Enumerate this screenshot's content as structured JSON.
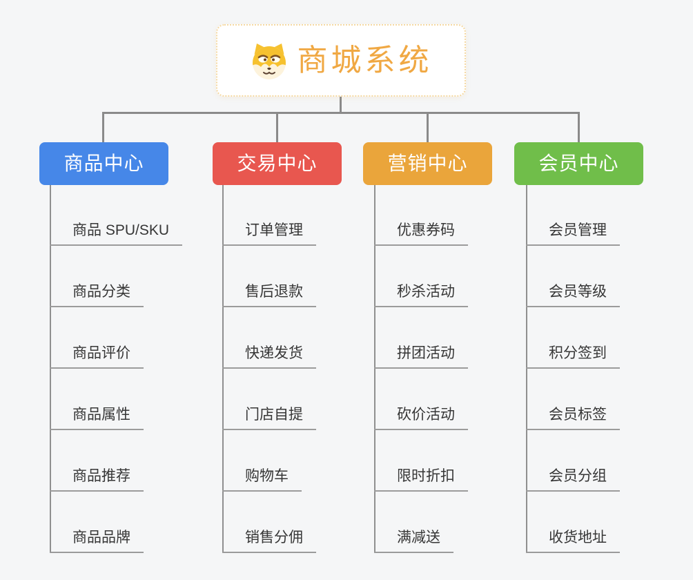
{
  "page": {
    "background_color": "#f5f6f7",
    "connector_color": "#8a8a8a",
    "underline_color": "#9b9b9b"
  },
  "root": {
    "title": "商城系统",
    "icon": "shiba-dog-icon",
    "accent_color": "#F0A843",
    "border_color": "#F5D8A0"
  },
  "branches": [
    {
      "label": "商品中心",
      "color": "#4687E8",
      "children": [
        "商品 SPU/SKU",
        "商品分类",
        "商品评价",
        "商品属性",
        "商品推荐",
        "商品品牌"
      ]
    },
    {
      "label": "交易中心",
      "color": "#E8574F",
      "children": [
        "订单管理",
        "售后退款",
        "快递发货",
        "门店自提",
        "购物车",
        "销售分佣"
      ]
    },
    {
      "label": "营销中心",
      "color": "#EAA53B",
      "children": [
        "优惠券码",
        "秒杀活动",
        "拼团活动",
        "砍价活动",
        "限时折扣",
        "满减送"
      ]
    },
    {
      "label": "会员中心",
      "color": "#70BE4A",
      "children": [
        "会员管理",
        "会员等级",
        "积分签到",
        "会员标签",
        "会员分组",
        "收货地址"
      ]
    }
  ]
}
